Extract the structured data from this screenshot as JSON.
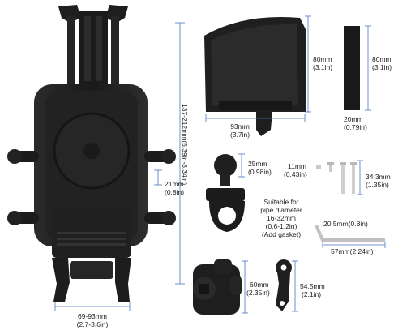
{
  "colors": {
    "product": "#1c1c1c",
    "product_light": "#3a3a3a",
    "dim_line": "#4a73c9",
    "metal": "#c9c9c9"
  },
  "main_holder": {
    "height": "137-212mm(5.39in-8.34in)",
    "width_mm": "69-93mm",
    "width_in": "(2.7-3.6in)",
    "grip_mm": "21mm",
    "grip_in": "(0.8in)"
  },
  "sunshade": {
    "height_mm": "80mm",
    "height_in": "(3.1in)",
    "width_mm": "93mm",
    "width_in": "(3.7in)"
  },
  "pad": {
    "height_mm": "80mm",
    "height_in": "(3.1in)",
    "width_mm": "20mm",
    "width_in": "(0.79in)"
  },
  "ball": {
    "size_mm": "25mm",
    "size_in": "(0.98in)"
  },
  "clamp": {
    "fit_text": [
      "Suitable for",
      "pipe diameter",
      "16-32mm",
      "(0.6-1.2in)",
      "(Add gasket)"
    ]
  },
  "screws": {
    "head_mm": "11mm",
    "head_in": "(0.43in)",
    "length_mm": "34.3mm",
    "length_in": "(1.35in)"
  },
  "wrench": {
    "short": "20.5mm(0.8in)",
    "long": "57mm(2.24in)"
  },
  "base_mount": {
    "height_mm": "60mm",
    "height_in": "(2.35in)"
  },
  "arm": {
    "height_mm": "54.5mm",
    "height_in": "(2.1in)"
  }
}
